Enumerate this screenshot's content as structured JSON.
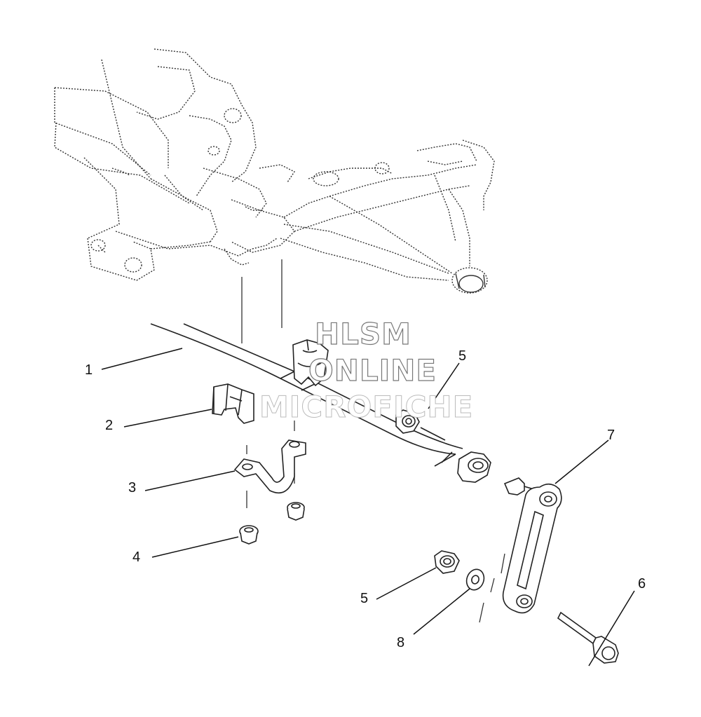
{
  "watermark": {
    "line1": "HLSM",
    "line2": "ONLINE",
    "line3": "MICROFICHE"
  },
  "callouts": [
    {
      "id": "c1",
      "label": "1"
    },
    {
      "id": "c2",
      "label": "2"
    },
    {
      "id": "c3",
      "label": "3"
    },
    {
      "id": "c4",
      "label": "4"
    },
    {
      "id": "c5a",
      "label": "5"
    },
    {
      "id": "c5b",
      "label": "5"
    },
    {
      "id": "c6",
      "label": "6"
    },
    {
      "id": "c7",
      "label": "7"
    },
    {
      "id": "c8",
      "label": "8"
    }
  ]
}
